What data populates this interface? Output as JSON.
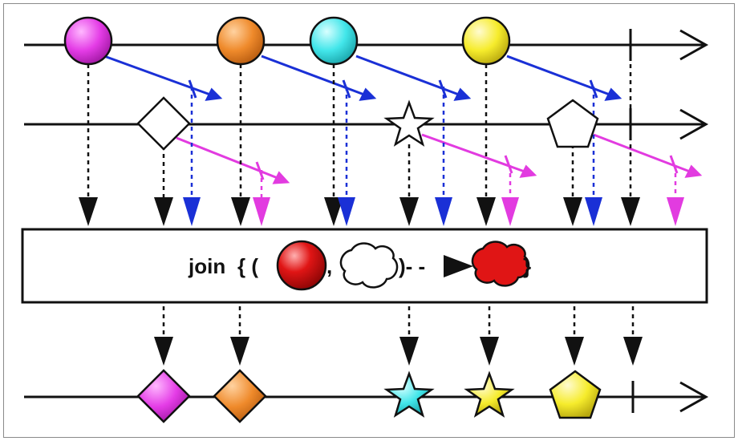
{
  "operator": {
    "name": "join",
    "open": "{ (",
    "comma": ",",
    "close_paren": ")- -",
    "close_brace": "}"
  },
  "colors": {
    "line": "#111111",
    "arrow_left_duration": "#1a30d6",
    "arrow_right_duration": "#e23be0",
    "magenta": "#e43ce6",
    "orange": "#ef8a2b",
    "cyan": "#42e6ea",
    "yellow": "#f6ec2c",
    "red": "#e01515",
    "white": "#ffffff"
  },
  "left_stream": [
    {
      "shape": "circle",
      "color": "magenta"
    },
    {
      "shape": "circle",
      "color": "orange"
    },
    {
      "shape": "circle",
      "color": "cyan"
    },
    {
      "shape": "circle",
      "color": "yellow"
    }
  ],
  "right_stream": [
    {
      "shape": "diamond",
      "color": "white"
    },
    {
      "shape": "star",
      "color": "white"
    },
    {
      "shape": "pentagon",
      "color": "white"
    }
  ],
  "output_stream": [
    {
      "shape": "diamond",
      "color": "magenta"
    },
    {
      "shape": "diamond",
      "color": "orange"
    },
    {
      "shape": "star",
      "color": "cyan"
    },
    {
      "shape": "star",
      "color": "yellow"
    },
    {
      "shape": "pentagon",
      "color": "yellow"
    }
  ],
  "icons": [
    "circle-icon",
    "cloud-icon",
    "arrow-right-icon",
    "red-cloud-icon"
  ]
}
